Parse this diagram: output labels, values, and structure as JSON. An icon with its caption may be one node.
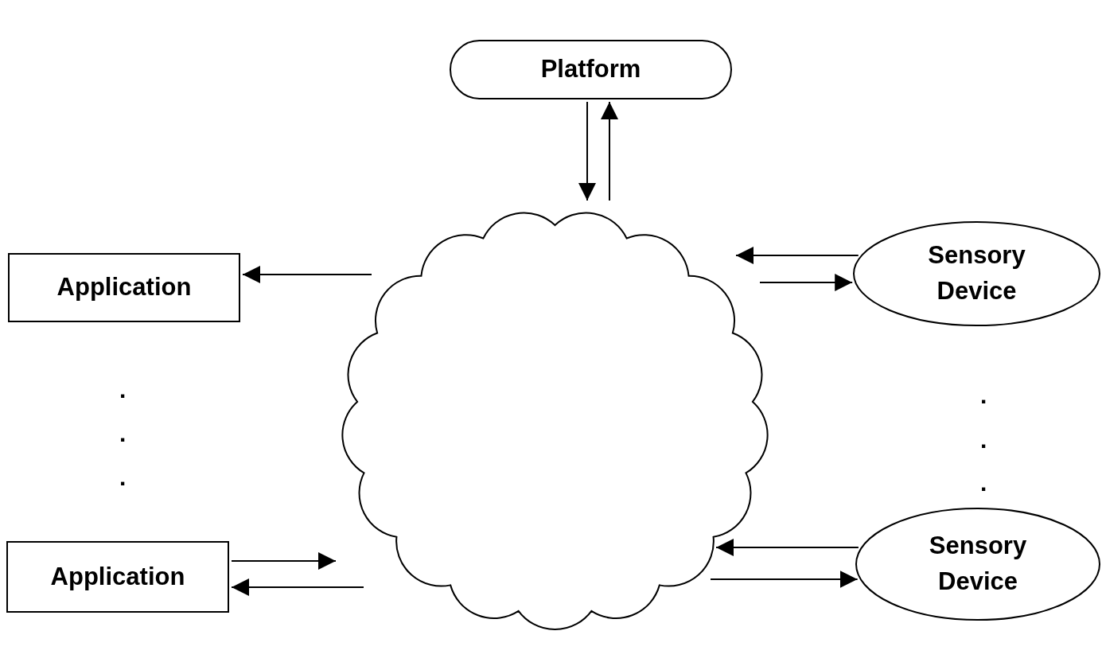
{
  "diagram": {
    "nodes": [
      {
        "text": [
          "Platform"
        ]
      },
      {
        "text": [],
        "shape": "cloud"
      },
      {
        "text": [
          "Application"
        ]
      },
      {
        "text": [
          "Application"
        ]
      },
      {
        "text": [
          "Sensory Device"
        ]
      },
      {
        "text": [
          "Sensory Device"
        ]
      }
    ],
    "edges": [
      {
        "from": 0,
        "to": 1,
        "arrow": "to"
      },
      {
        "from": 1,
        "to": 0,
        "arrow": "to"
      },
      {
        "from": 1,
        "to": 2,
        "arrow": "to"
      },
      {
        "from": 4,
        "to": 1,
        "arrow": "to"
      },
      {
        "from": 1,
        "to": 4,
        "arrow": "to"
      },
      {
        "from": 3,
        "to": 1,
        "arrow": "to"
      },
      {
        "from": 1,
        "to": 3,
        "arrow": "to"
      },
      {
        "from": 5,
        "to": 1,
        "arrow": "to"
      },
      {
        "from": 1,
        "to": 5,
        "arrow": "to"
      }
    ],
    "labels": [
      ".",
      ".",
      ".",
      ".",
      ".",
      "."
    ]
  }
}
